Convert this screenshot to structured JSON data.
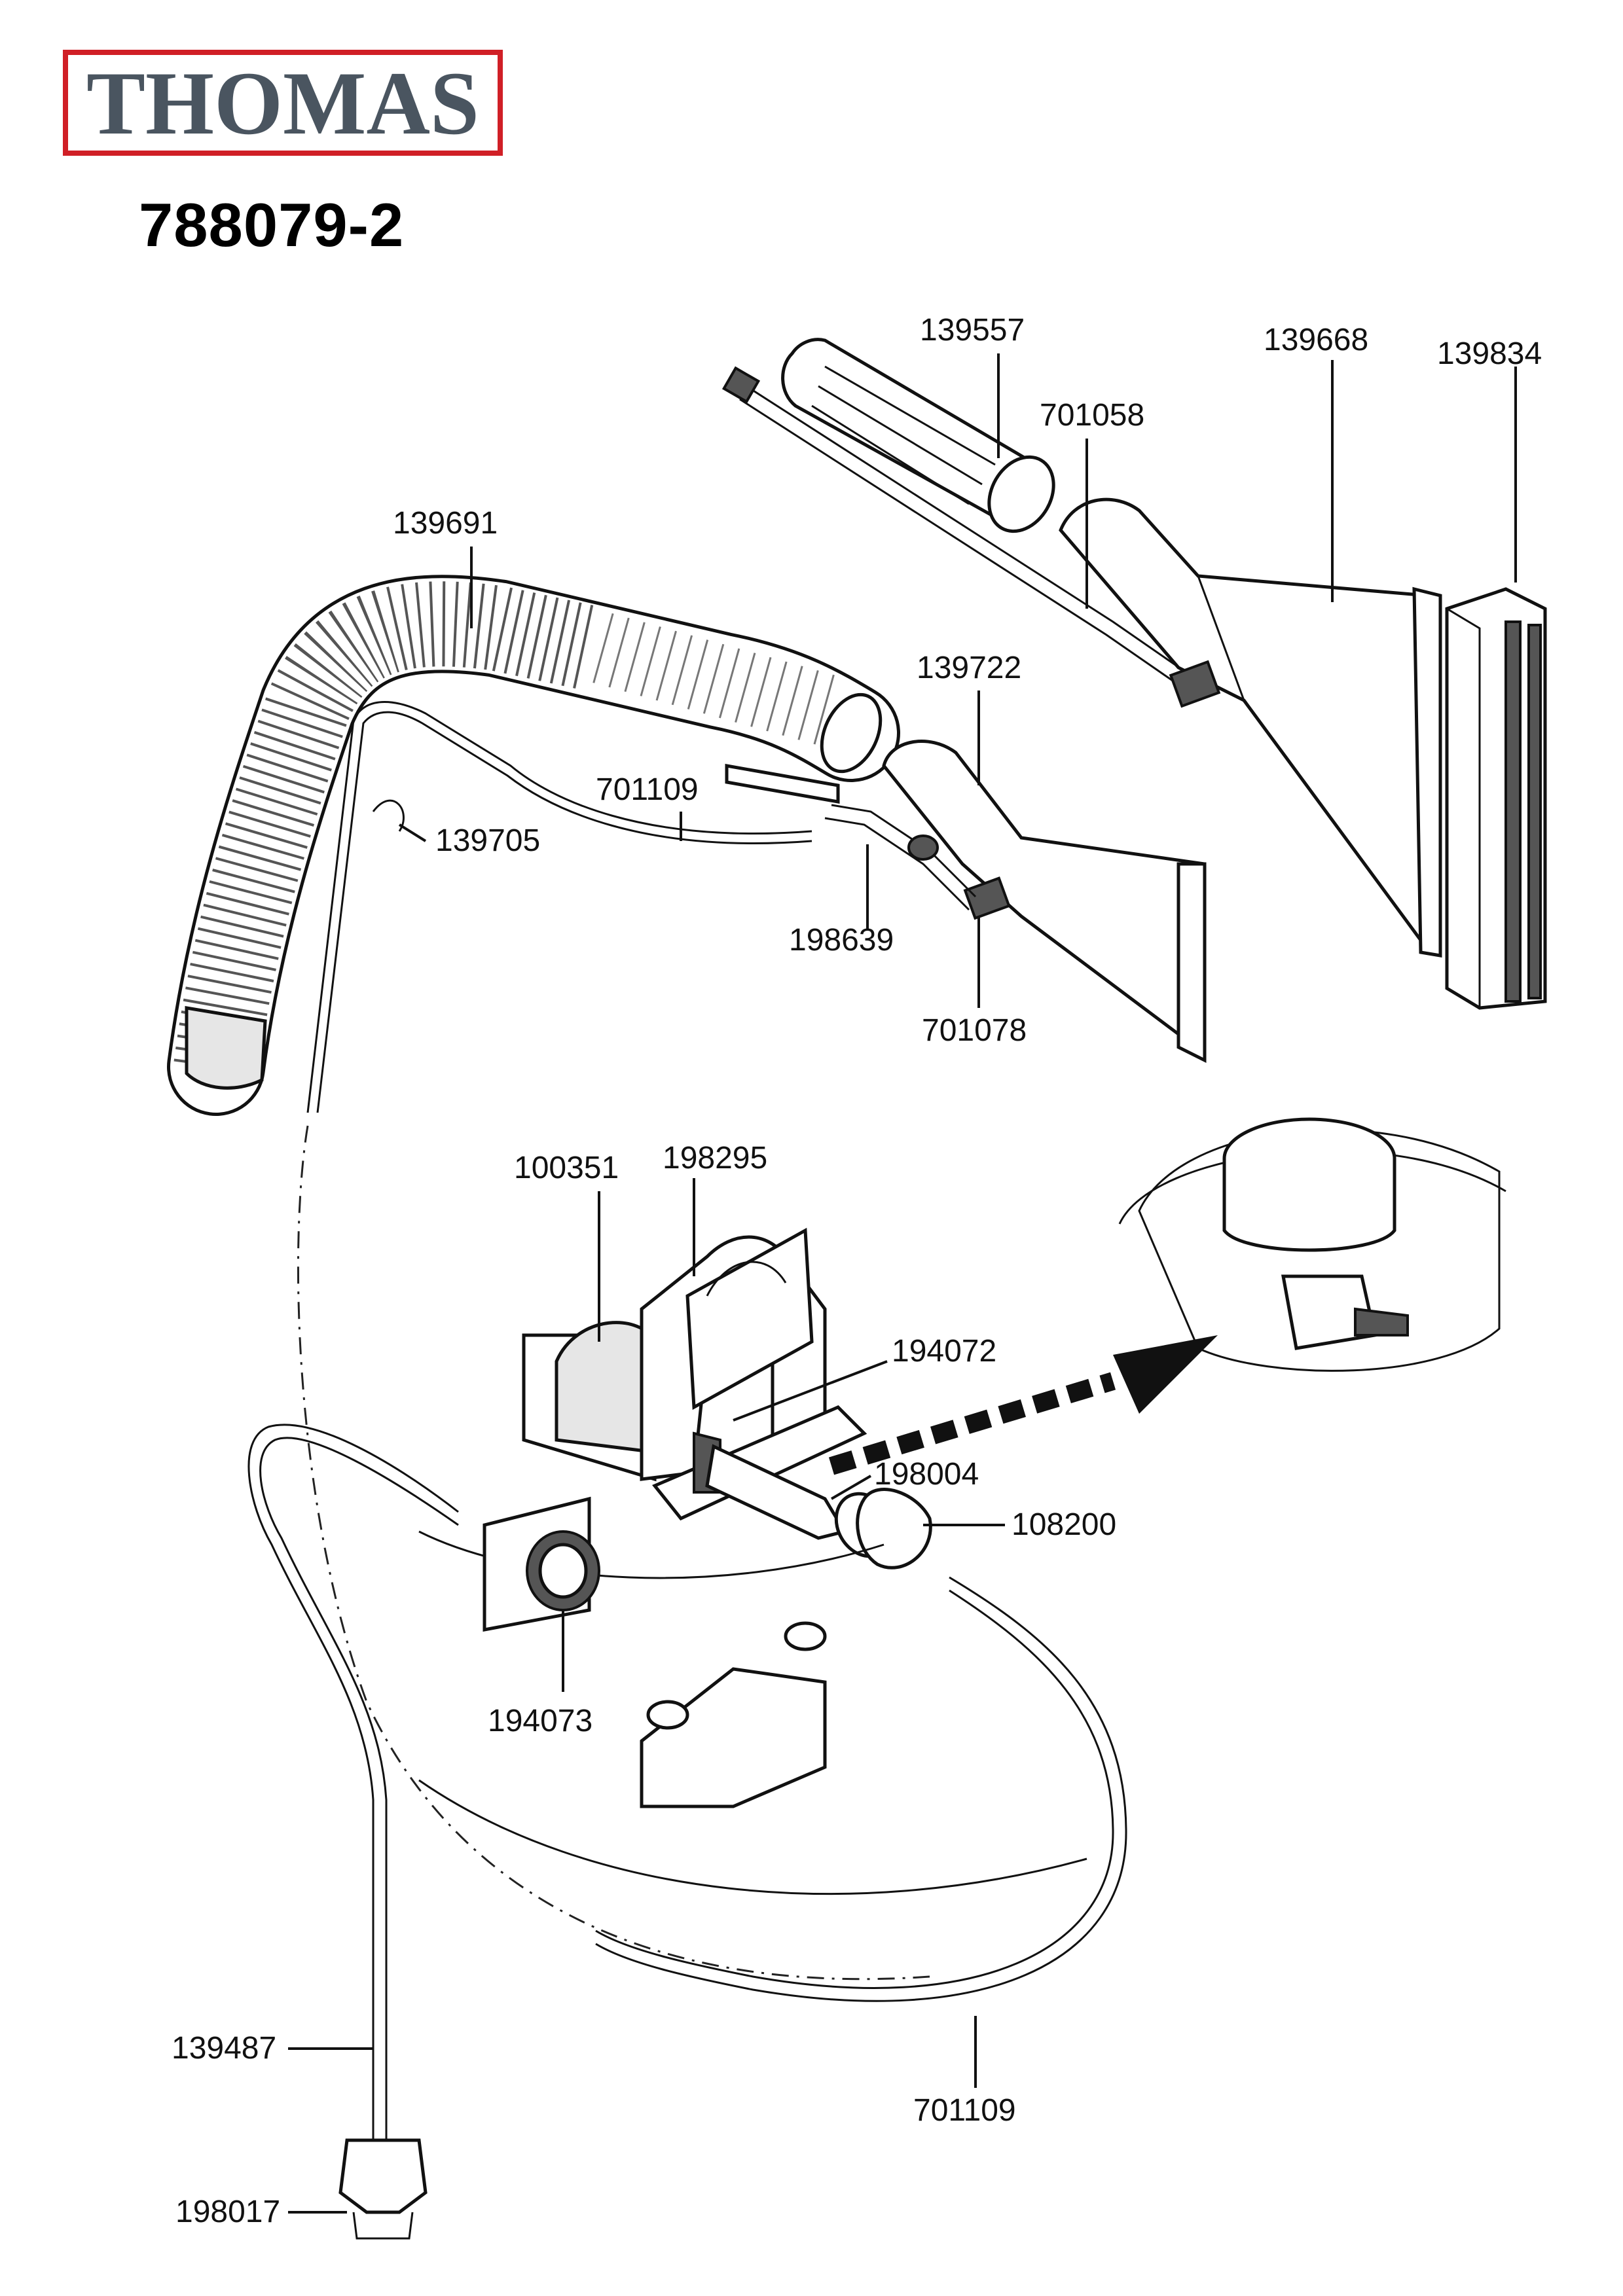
{
  "brand": {
    "logo_text": "THOMAS",
    "border_color": "#d01f26",
    "text_color": "#4a5560"
  },
  "model_number": "788079-2",
  "parts": {
    "p139557": "139557",
    "p139668": "139668",
    "p139834": "139834",
    "p701058": "701058",
    "p139691": "139691",
    "p139722": "139722",
    "p701109a": "701109",
    "p139705": "139705",
    "p198639": "198639",
    "p701078": "701078",
    "p100351": "100351",
    "p198295": "198295",
    "p194072": "194072",
    "p198004": "198004",
    "p108200": "108200",
    "p194073": "194073",
    "p139487": "139487",
    "p701109b": "701109",
    "p198017": "198017"
  }
}
